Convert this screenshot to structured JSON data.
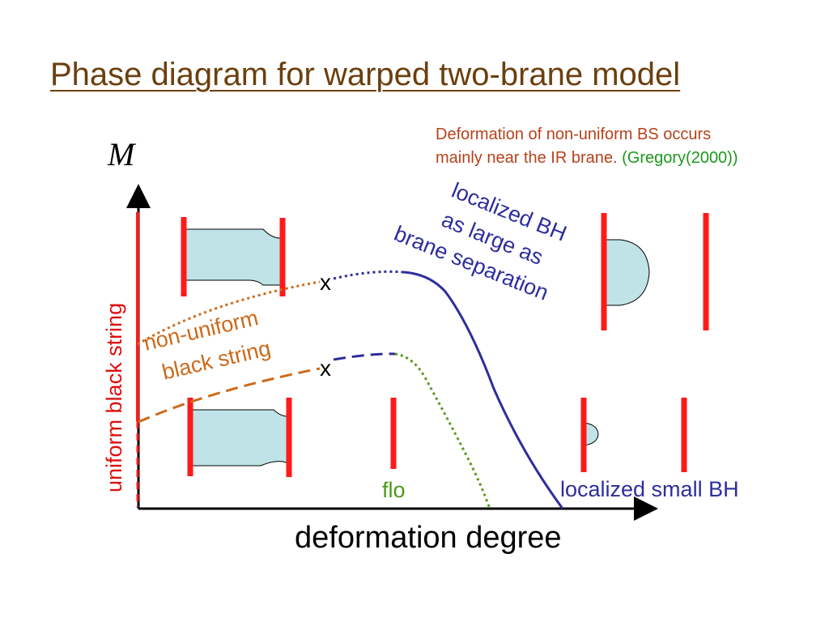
{
  "title": "Phase diagram for warped two-brane model",
  "note": {
    "line1": "Deformation of non-uniform BS occurs",
    "line2": "mainly near the IR brane. ",
    "reference": "(Gregory(2000))"
  },
  "axes": {
    "y_label": "M",
    "x_label": "deformation degree"
  },
  "labels": {
    "uniform": "uniform black string",
    "nonuniform_1": "non-uniform",
    "nonuniform_2": "black string",
    "localized_large_1": "localized BH",
    "localized_large_2": "as large as",
    "localized_large_3": "brane separation",
    "flow_partial": "flo",
    "localized_small": "localized small BH",
    "marker": "x"
  },
  "colors": {
    "brane": "#ff1a1a",
    "blob_fill": "#bfe3e6",
    "nonuniform_branch": "#cc6a1a",
    "localized_branch": "#2e2e9c",
    "flow_branch": "#5a9a1a",
    "uniform_text": "#dd1010",
    "title": "#6b3f0e"
  }
}
